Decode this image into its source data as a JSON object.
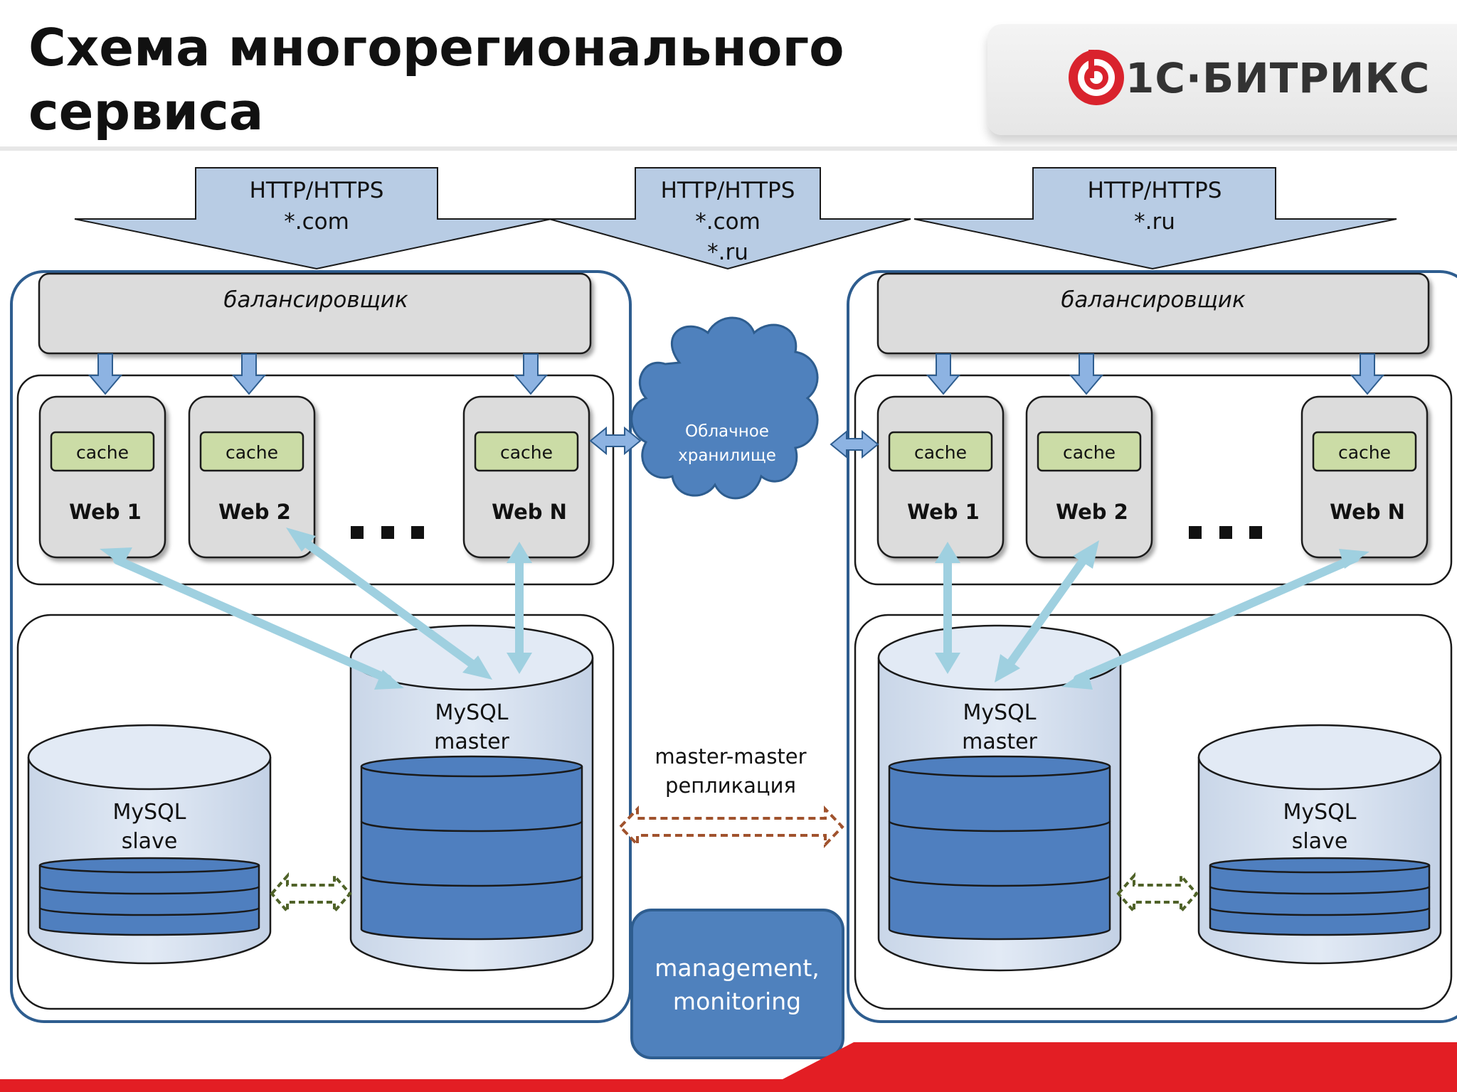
{
  "slide": {
    "title_line1": "Схема многорегионального",
    "title_line2": "сервиса"
  },
  "logo": {
    "brand_text": "1С·БИТРИКС",
    "brand_color": "#d9232d"
  },
  "traffic": {
    "left": {
      "line1": "HTTP/HTTPS",
      "line2": "*.com"
    },
    "center": {
      "line1": "HTTP/HTTPS",
      "line2": "*.com",
      "line3": "*.ru"
    },
    "right": {
      "line1": "HTTP/HTTPS",
      "line2": "*.ru"
    }
  },
  "regions": {
    "left": {
      "balancer": "балансировщик",
      "webs": [
        {
          "cache": "cache",
          "name": "Web 1"
        },
        {
          "cache": "cache",
          "name": "Web 2"
        },
        {
          "cache": "cache",
          "name": "Web N"
        }
      ],
      "master": {
        "line1": "MySQL",
        "line2": "master"
      },
      "slave": {
        "line1": "MySQL",
        "line2": "slave"
      }
    },
    "right": {
      "balancer": "балансировщик",
      "webs": [
        {
          "cache": "cache",
          "name": "Web 1"
        },
        {
          "cache": "cache",
          "name": "Web 2"
        },
        {
          "cache": "cache",
          "name": "Web N"
        }
      ],
      "master": {
        "line1": "MySQL",
        "line2": "master"
      },
      "slave": {
        "line1": "MySQL",
        "line2": "slave"
      }
    }
  },
  "center": {
    "cloud": {
      "line1": "Облачное",
      "line2": "хранилище"
    },
    "replication": {
      "line1": "master-master",
      "line2": "репликация"
    },
    "management": {
      "line1": "management,",
      "line2": "monitoring"
    }
  },
  "colors": {
    "region_border": "#2e5d8f",
    "balancer_fill": "#dcdcdc",
    "cache_fill": "#cbdca6",
    "db_dark": "#4f7fbf",
    "db_light": "#dbe5f1",
    "arrow_light": "#9fd0e0",
    "cloud_fill": "#4f81bd",
    "replication_arrow": "#a0522d",
    "slave_arrow": "#4f6228",
    "footer_red": "#e31e24"
  }
}
